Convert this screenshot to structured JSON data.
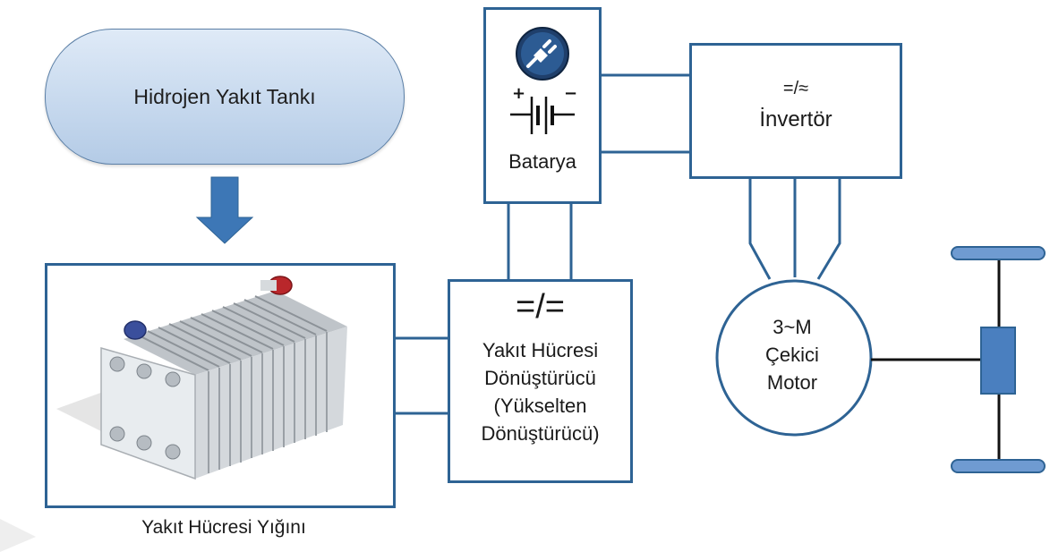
{
  "tank": {
    "label": "Hidrojen Yakıt Tankı"
  },
  "battery": {
    "label": "Batarya",
    "plus": "+",
    "minus": "−"
  },
  "inverter": {
    "symbol": "=/≈",
    "label": "İnvertör"
  },
  "converter": {
    "symbol": "=/=",
    "lines": [
      "Yakıt Hücresi",
      "Dönüştürücü",
      "(Yükselten",
      "Dönüştürücü)"
    ]
  },
  "motor": {
    "lines": [
      "3~M",
      "Çekici",
      "Motor"
    ]
  },
  "stack": {
    "caption": "Yakıt Hücresi Yığını"
  },
  "colors": {
    "line": "#2e6394",
    "tank_fill": "#c7d9ee",
    "arrow": "#3d77b6",
    "wheel": "#6f9bd1"
  },
  "icons": [
    "plug-icon",
    "battery-symbol-icon",
    "down-arrow-icon",
    "fuel-cell-stack-image",
    "axle-wheels-icon"
  ]
}
